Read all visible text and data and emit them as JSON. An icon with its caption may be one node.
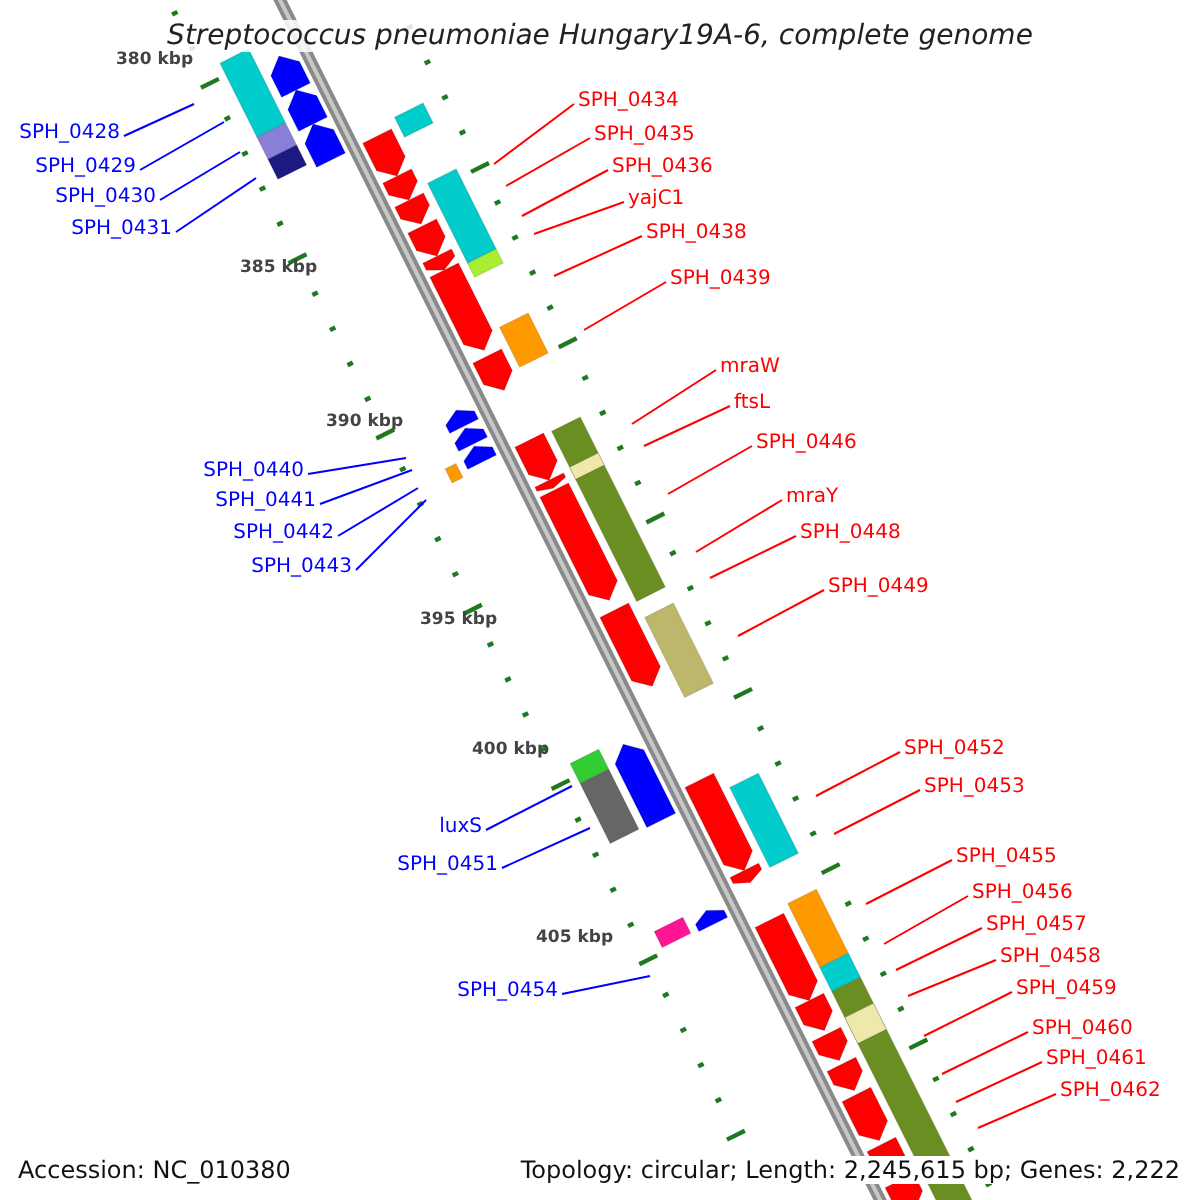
{
  "diagram": {
    "title": "Streptococcus pneumoniae Hungary19A-6, complete genome",
    "nodes": [
      {
        "text": [
          "SPH_0434"
        ]
      },
      {
        "text": [
          "SPH_0428"
        ]
      },
      {
        "text": [
          "SPH_0435"
        ]
      },
      {
        "text": [
          "SPH_0436"
        ]
      },
      {
        "text": [
          "SPH_0429"
        ]
      },
      {
        "text": [
          "yajC1"
        ]
      },
      {
        "text": [
          "SPH_0430"
        ]
      },
      {
        "text": [
          "SPH_0431"
        ]
      },
      {
        "text": [
          "SPH_0438"
        ]
      },
      {
        "text": [
          "SPH_0439"
        ]
      },
      {
        "text": [
          "mraW"
        ]
      },
      {
        "text": [
          "ftsL"
        ]
      },
      {
        "text": [
          "SPH_0446"
        ]
      },
      {
        "text": [
          "SPH_0440"
        ]
      },
      {
        "text": [
          "mraY"
        ]
      },
      {
        "text": [
          "SPH_0441"
        ]
      },
      {
        "text": [
          "SPH_0448"
        ]
      },
      {
        "text": [
          "SPH_0442"
        ]
      },
      {
        "text": [
          "SPH_0443"
        ]
      },
      {
        "text": [
          "SPH_0449"
        ]
      },
      {
        "text": [
          "SPH_0452"
        ]
      },
      {
        "text": [
          "SPH_0453"
        ]
      },
      {
        "text": [
          "luxS"
        ]
      },
      {
        "text": [
          "SPH_0455"
        ]
      },
      {
        "text": [
          "SPH_0451"
        ]
      },
      {
        "text": [
          "SPH_0456"
        ]
      },
      {
        "text": [
          "SPH_0457"
        ]
      },
      {
        "text": [
          "SPH_0458"
        ]
      },
      {
        "text": [
          "SPH_0454"
        ]
      },
      {
        "text": [
          "SPH_0459"
        ]
      },
      {
        "text": [
          "SPH_0460"
        ]
      },
      {
        "text": [
          "SPH_0461"
        ]
      },
      {
        "text": [
          "SPH_0462"
        ]
      }
    ],
    "edges": [
      {
        "from": 0,
        "to": null,
        "arrow": "none"
      },
      {
        "from": 1,
        "to": null,
        "arrow": "none",
        "color": "#0000ff"
      },
      {
        "from": 2,
        "to": null,
        "arrow": "none"
      },
      {
        "from": 3,
        "to": null,
        "arrow": "none"
      },
      {
        "from": 4,
        "to": null,
        "arrow": "none",
        "color": "#0000ff"
      },
      {
        "from": 5,
        "to": null,
        "arrow": "none"
      },
      {
        "from": 6,
        "to": null,
        "arrow": "none",
        "color": "#0000ff"
      },
      {
        "from": 7,
        "to": null,
        "arrow": "none",
        "color": "#0000ff"
      },
      {
        "from": 8,
        "to": null,
        "arrow": "none"
      },
      {
        "from": 9,
        "to": null,
        "arrow": "none"
      },
      {
        "from": 10,
        "to": null,
        "arrow": "none"
      },
      {
        "from": 11,
        "to": null,
        "arrow": "none"
      },
      {
        "from": 12,
        "to": null,
        "arrow": "none"
      },
      {
        "from": 13,
        "to": null,
        "arrow": "none",
        "color": "#0000ff"
      },
      {
        "from": 14,
        "to": null,
        "arrow": "none"
      },
      {
        "from": 15,
        "to": null,
        "arrow": "none",
        "color": "#0000ff"
      },
      {
        "from": 16,
        "to": null,
        "arrow": "none"
      },
      {
        "from": 17,
        "to": null,
        "arrow": "none",
        "color": "#0000ff"
      },
      {
        "from": 18,
        "to": null,
        "arrow": "none",
        "color": "#0000ff"
      },
      {
        "from": 19,
        "to": null,
        "arrow": "none"
      },
      {
        "from": 20,
        "to": null,
        "arrow": "none"
      },
      {
        "from": 21,
        "to": null,
        "arrow": "none"
      },
      {
        "from": 22,
        "to": null,
        "arrow": "none",
        "color": "#0000ff"
      },
      {
        "from": 23,
        "to": null,
        "arrow": "none"
      },
      {
        "from": 24,
        "to": null,
        "arrow": "none",
        "color": "#0000ff"
      },
      {
        "from": 25,
        "to": null,
        "arrow": "none"
      },
      {
        "from": 26,
        "to": null,
        "arrow": "none"
      },
      {
        "from": 27,
        "to": null,
        "arrow": "none"
      },
      {
        "from": 28,
        "to": null,
        "arrow": "none",
        "color": "#0000ff"
      },
      {
        "from": 29,
        "to": null,
        "arrow": "none"
      },
      {
        "from": 30,
        "to": null,
        "arrow": "none"
      },
      {
        "from": 31,
        "to": null,
        "arrow": "none"
      },
      {
        "from": 32,
        "to": null,
        "arrow": "none"
      }
    ],
    "labels": [
      "380 kbp",
      "385 kbp",
      "390 kbp",
      "395 kbp",
      "400 kbp",
      "405 kbp",
      "Accession: NC_010380",
      "Topology: circular; Length: 2,245,615 bp; Genes: 2,222"
    ]
  }
}
